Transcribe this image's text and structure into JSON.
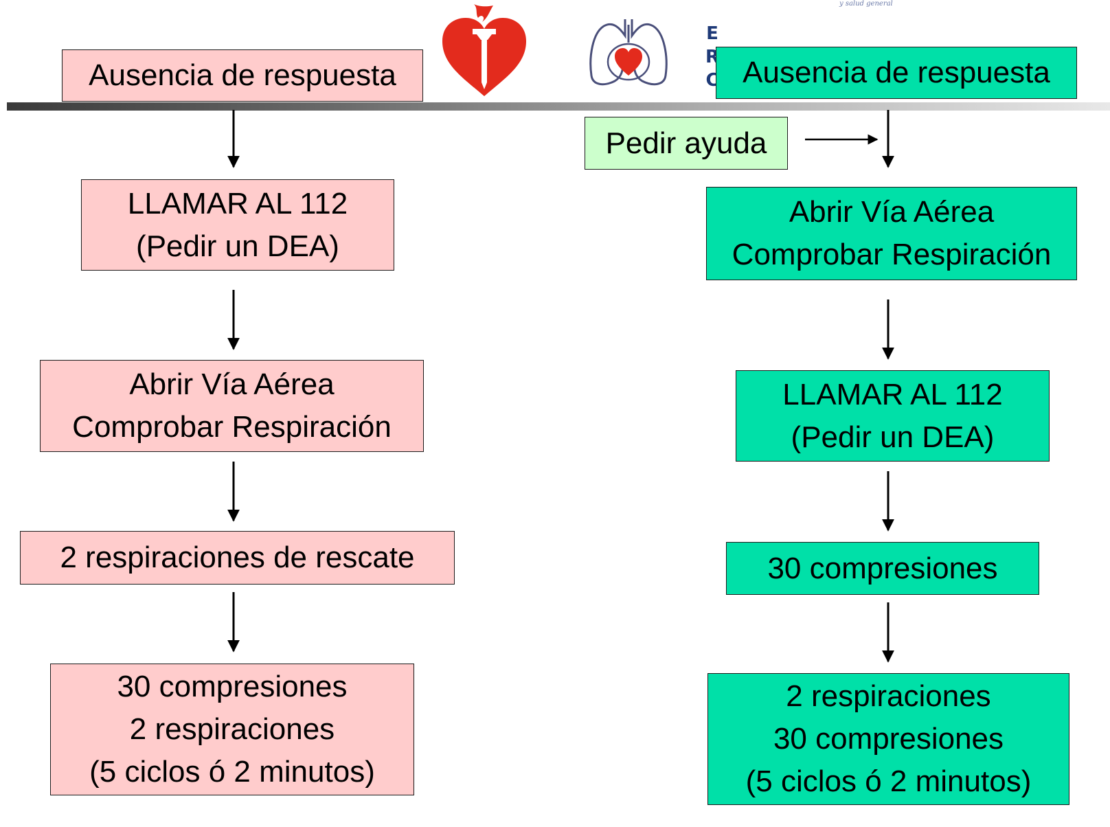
{
  "aha": {
    "steps": [
      {
        "lines": [
          "Ausencia de respuesta"
        ]
      },
      {
        "lines": [
          "LLAMAR AL 112",
          "(Pedir un DEA)"
        ]
      },
      {
        "lines": [
          "Abrir Vía Aérea",
          "Comprobar Respiración"
        ]
      },
      {
        "lines": [
          "2 respiraciones de rescate"
        ]
      },
      {
        "lines": [
          "30 compresiones",
          "2 respiraciones",
          "(5 ciclos ó 2 minutos)"
        ]
      }
    ]
  },
  "erc": {
    "logo_letters": [
      "E",
      "R",
      "C"
    ],
    "help": "Pedir ayuda",
    "steps": [
      {
        "lines": [
          "Ausencia de respuesta"
        ]
      },
      {
        "lines": [
          "Abrir Vía Aérea",
          "Comprobar Respiración"
        ]
      },
      {
        "lines": [
          "LLAMAR AL 112",
          "(Pedir un DEA)"
        ]
      },
      {
        "lines": [
          "30 compresiones"
        ]
      },
      {
        "lines": [
          "2 respiraciones",
          "30 compresiones",
          "(5 ciclos ó 2 minutos)"
        ]
      }
    ]
  },
  "header_small_text": "y salud general",
  "colors": {
    "aha_box": "#ffcccc",
    "erc_box": "#00e0a8",
    "help_box": "#ccffcc",
    "aha_logo": "#e32b1d",
    "erc_logo": "#1e3a78"
  }
}
